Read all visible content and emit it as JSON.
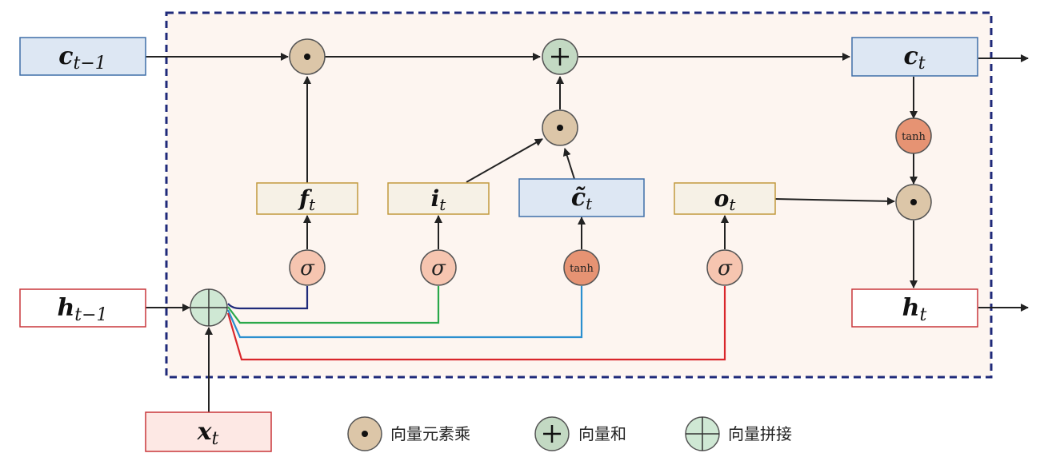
{
  "labels": {
    "c_prev": {
      "main": "c",
      "sub": "t−1"
    },
    "h_prev": {
      "main": "h",
      "sub": "t−1"
    },
    "x_t": {
      "main": "x",
      "sub": "t"
    },
    "f_t": {
      "main": "f",
      "sub": "t"
    },
    "i_t": {
      "main": "i",
      "sub": "t"
    },
    "c_tilde": {
      "main": "c̃",
      "sub": "t"
    },
    "o_t": {
      "main": "o",
      "sub": "t"
    },
    "c_t": {
      "main": "c",
      "sub": "t"
    },
    "h_t": {
      "main": "h",
      "sub": "t"
    }
  },
  "ops": {
    "sigma": "σ",
    "tanh": "tanh"
  },
  "legend": {
    "mul": "向量元素乘",
    "add": "向量和",
    "concat": "向量拼接"
  },
  "colors": {
    "frame": "#1f2a7a",
    "frame_fill": "#fdf5f0",
    "blue_box_fill": "#dde7f3",
    "blue_box_stroke": "#3f6fa8",
    "gold_box_fill": "#f6f1e6",
    "gold_box_stroke": "#c29a3e",
    "red_box_fill_light": "#ffffff",
    "red_box_fill_x": "#fde8e4",
    "red_box_stroke": "#c8363a",
    "mul_fill": "#dcc6a8",
    "add_fill": "#c3d9c3",
    "concat_fill": "#cfe8d4",
    "sigma_fill": "#f6c5b0",
    "tanh_fill": "#e69373",
    "line_navy": "#1f2a7a",
    "line_green": "#2aa84a",
    "line_blue": "#2b8fcf",
    "line_red": "#d9262b"
  },
  "icons": {
    "mul": "dot-in-circle-icon",
    "add": "plus-in-circle-icon",
    "concat": "crosshair-circle-icon"
  }
}
